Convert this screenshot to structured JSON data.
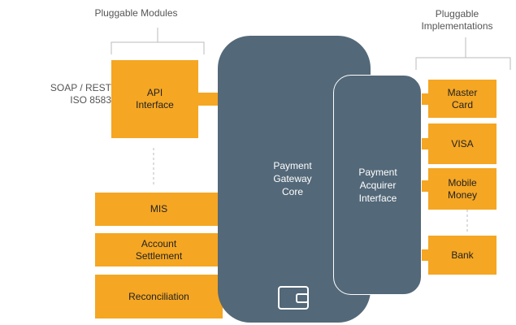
{
  "header_left": "Pluggable Modules",
  "header_right": {
    "line1": "Pluggable",
    "line2": "Implementations"
  },
  "protocol_note": {
    "line1": "SOAP / REST",
    "line2": "ISO 8583"
  },
  "modules": [
    {
      "line1": "API",
      "line2": "Interface"
    },
    {
      "line1": "MIS",
      "line2": ""
    },
    {
      "line1": "Account",
      "line2": "Settlement"
    },
    {
      "line1": "Reconciliation",
      "line2": ""
    }
  ],
  "core": {
    "line1": "Payment",
    "line2": "Gateway",
    "line3": "Core",
    "icon": "wallet-icon"
  },
  "acquirer": {
    "line1": "Payment",
    "line2": "Acquirer",
    "line3": "Interface"
  },
  "implementations": [
    {
      "line1": "Master",
      "line2": "Card"
    },
    {
      "line1": "VISA",
      "line2": ""
    },
    {
      "line1": "Mobile",
      "line2": "Money"
    },
    {
      "line1": "Bank",
      "line2": ""
    }
  ],
  "colors": {
    "module_fill": "#f5a623",
    "core_fill": "#536878",
    "text_muted": "#555555"
  }
}
